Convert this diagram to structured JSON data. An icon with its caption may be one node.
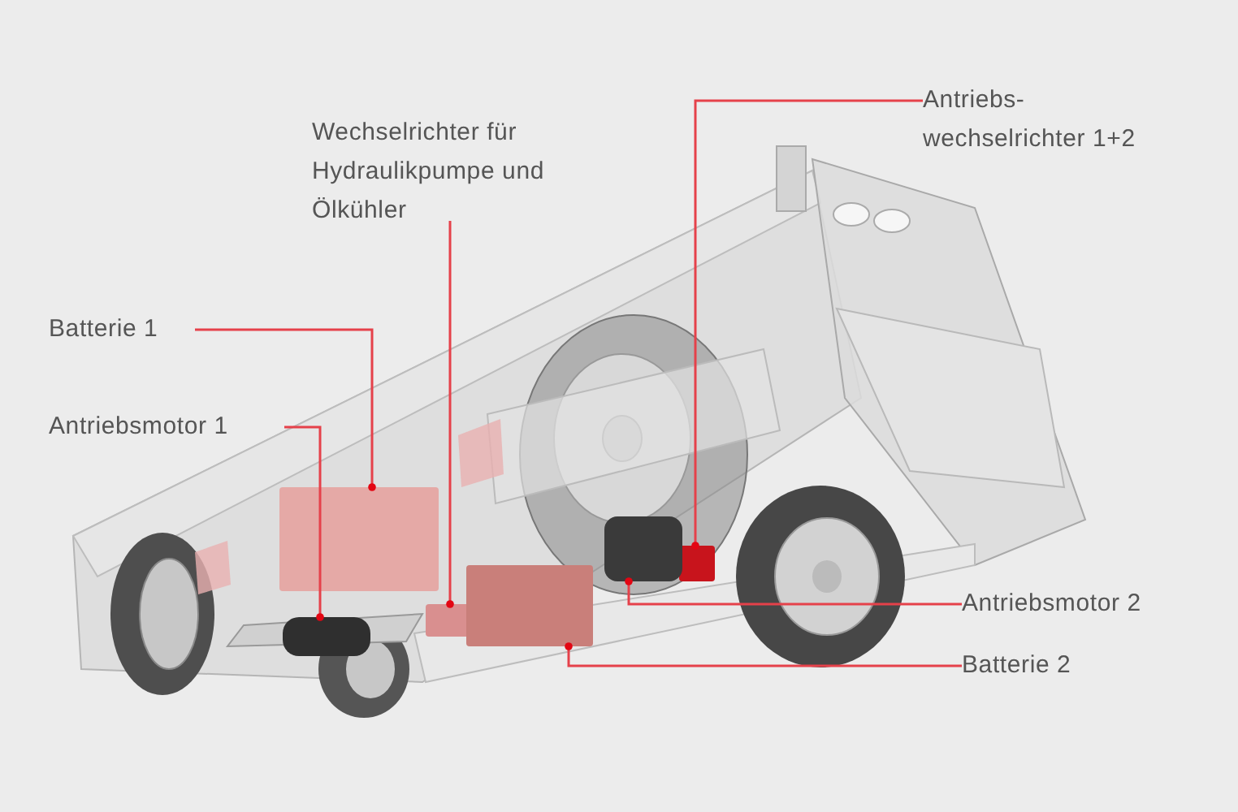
{
  "diagram": {
    "nodes": [
      {
        "text": [
          "Antriebs- wechselrichter 1+2"
        ]
      },
      {
        "text": [
          "Wechselrichter für Hydraulikpumpe und Ölkühler"
        ]
      },
      {
        "text": [
          "Batterie 1"
        ]
      },
      {
        "text": [
          "Antriebsmotor 1"
        ]
      },
      {
        "text": [
          "Antriebsmotor 2"
        ]
      },
      {
        "text": [
          "Batterie 2"
        ]
      },
      {
        "text": [],
        "shape": "box"
      },
      {
        "text": [],
        "shape": "box"
      },
      {
        "text": [],
        "shape": "box"
      },
      {
        "text": [],
        "shape": "cylinder"
      },
      {
        "text": [],
        "shape": "cylinder"
      },
      {
        "text": [],
        "shape": "box"
      }
    ],
    "edges": [
      {
        "from": 0,
        "to": 6,
        "arrow": "other"
      },
      {
        "from": 1,
        "to": 7,
        "arrow": "other"
      },
      {
        "from": 2,
        "to": 8,
        "arrow": "other"
      },
      {
        "from": 3,
        "to": 9,
        "arrow": "other"
      },
      {
        "from": 4,
        "to": 10,
        "arrow": "other"
      },
      {
        "from": 5,
        "to": 11,
        "arrow": "other"
      }
    ]
  }
}
